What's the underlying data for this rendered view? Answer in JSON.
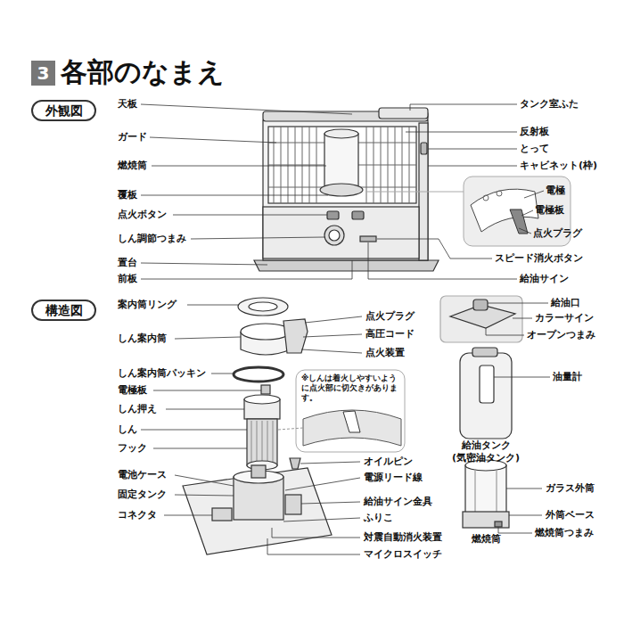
{
  "diagram": {
    "title": "各部のなまえ",
    "nodes": [
      {
        "text": [
          "3"
        ]
      },
      {
        "text": [
          "外観図"
        ]
      },
      {
        "text": [
          "構造図"
        ]
      }
    ],
    "labels": [
      "天板",
      "ガード",
      "燃焼筒",
      "覆板",
      "点火ボタン",
      "しん調節つまみ",
      "置台",
      "前板",
      "タンク室ふた",
      "反射板",
      "とって",
      "キャビネット(枠)",
      "電極",
      "電極板",
      "点火プラグ",
      "スピード消火ボタン",
      "給油サイン",
      "案内筒リング",
      "しん案内筒",
      "しん案内筒パッキン",
      "電極板",
      "しん押え",
      "しん",
      "フック",
      "電池ケース",
      "固定タンク",
      "コネクタ",
      "点火プラグ",
      "高圧コード",
      "点火装置",
      "※しんは着火しやすいように点火部に切欠きがあります。",
      "オイルピン",
      "電源リード線",
      "給油サイン金具",
      "ふりこ",
      "対震自動消火装置",
      "マイクロスイッチ",
      "給油口",
      "カラーサイン",
      "オープンつまみ",
      "油量計",
      "給油タンク (気密油タンク)",
      "ガラス外筒",
      "外筒ベース",
      "燃焼筒つまみ",
      "燃焼筒"
    ]
  }
}
